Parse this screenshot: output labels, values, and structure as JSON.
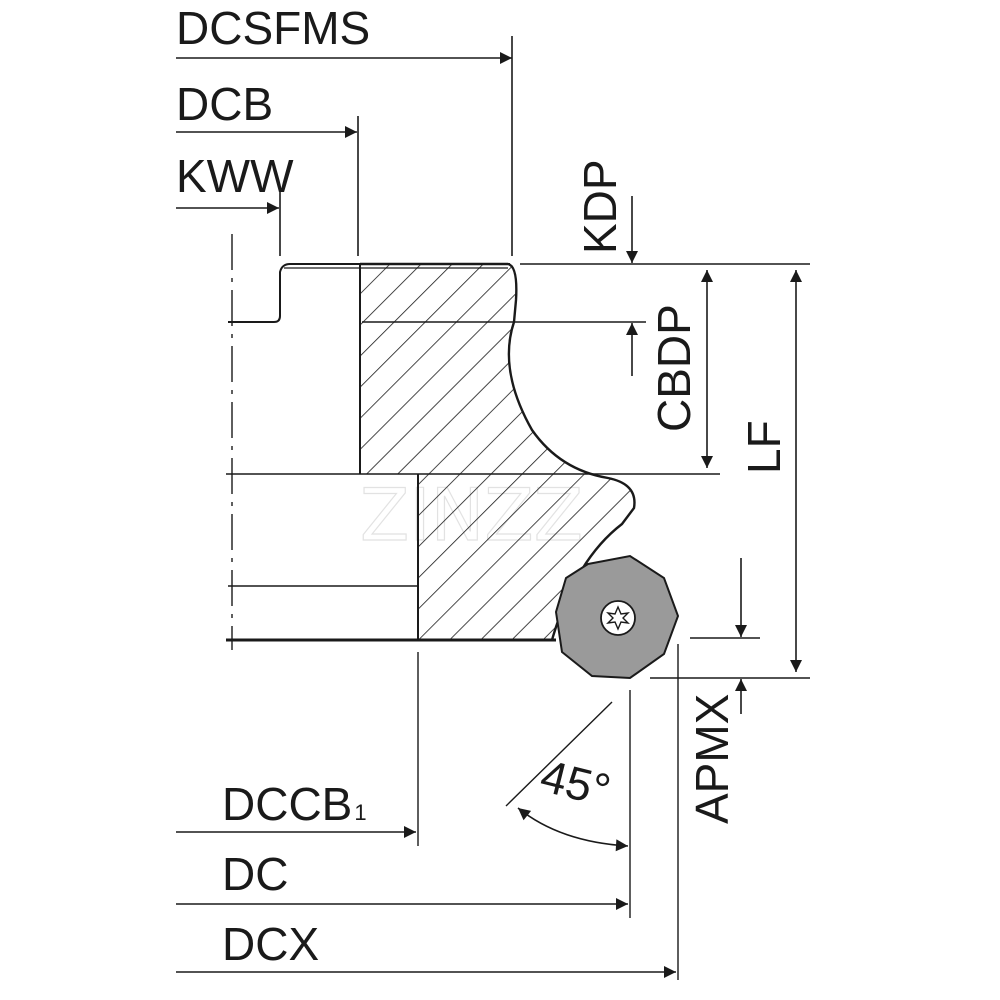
{
  "labels": {
    "dcsfms": "DCSFMS",
    "dcb": "DCB",
    "kww": "KWW",
    "kdp": "KDP",
    "cbdp": "CBDP",
    "lf": "LF",
    "apmx": "APMX",
    "angle": "45°",
    "dccb": "DCCB",
    "dccb_sub": "1",
    "dc": "DC",
    "dcx": "DCX"
  },
  "colors": {
    "line": "#1a1a1a",
    "insert_fill": "#9a9a9a",
    "hatch": "#1a1a1a"
  },
  "icons": {
    "insert_screw": "torx-screw-icon"
  }
}
